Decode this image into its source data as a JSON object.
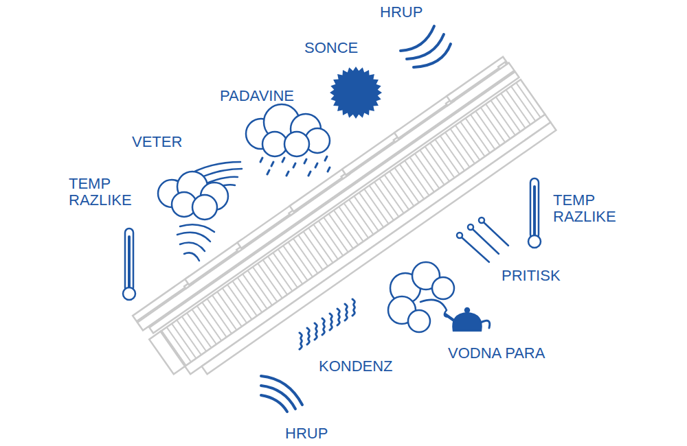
{
  "diagram": {
    "labels": [
      "HRUP",
      "SONCE",
      "PADAVINE",
      "VETER",
      "TEMP RAZLIKE",
      "TEMP RAZLIKE",
      "PRITISK",
      "VODNA PARA",
      "KONDENZ",
      "HRUP"
    ]
  }
}
